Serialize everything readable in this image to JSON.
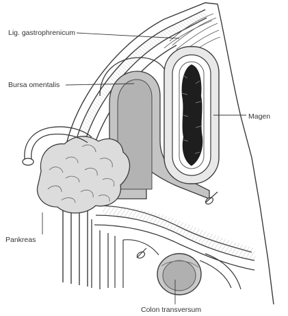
{
  "labels": {
    "lig_gastrophrenicum": "Lig. gastrophrenicum",
    "bursa_omentalis": "Bursa omentalis",
    "magen": "Magen",
    "pankreas": "Pankreas",
    "colon_transversum": "Colon transversum"
  },
  "colors": {
    "ink": "#3a3a3a",
    "shade": "#b9b9b9",
    "light_shade": "#d9d9d9",
    "lumen": "#1e1e1e",
    "paper": "#ffffff"
  }
}
